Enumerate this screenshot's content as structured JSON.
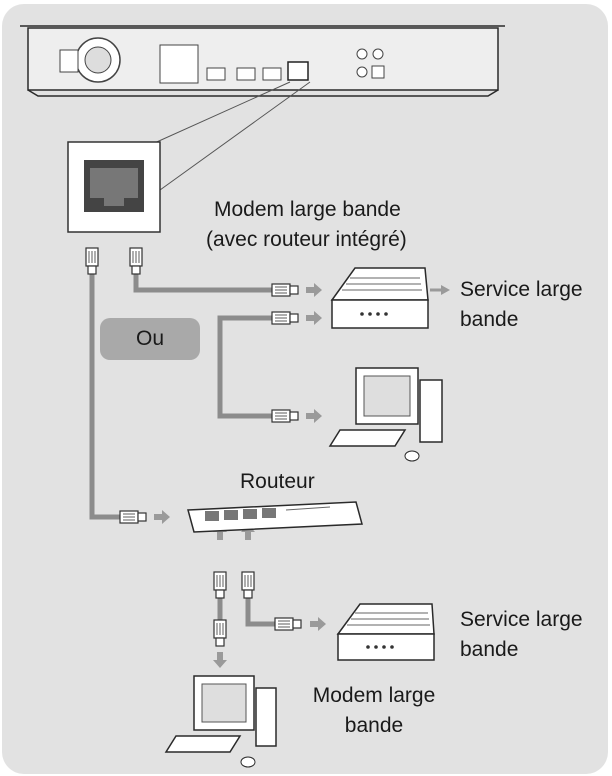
{
  "labels": {
    "modem_routeur_line1": "Modem large bande",
    "modem_routeur_line2": "(avec routeur intégré)",
    "service_1_line1": "Service large",
    "service_1_line2": "bande",
    "ou": "Ou",
    "routeur": "Routeur",
    "service_2_line1": "Service large",
    "service_2_line2": "bande",
    "modem_line1": "Modem large",
    "modem_line2": "bande"
  },
  "colors": {
    "background": "#e2e2e2",
    "cable": "#8c8c8c",
    "arrow": "#9a9a9a",
    "device_outline": "#2a2a2a",
    "device_fill": "#ffffff",
    "ou_badge": "#a9a9a9"
  },
  "icons": [
    "receiver-back-panel",
    "lan-port-icon",
    "ethernet-plug-icon",
    "modem-router-icon",
    "computer-icon",
    "router-icon",
    "modem-icon",
    "arrow-icon"
  ]
}
